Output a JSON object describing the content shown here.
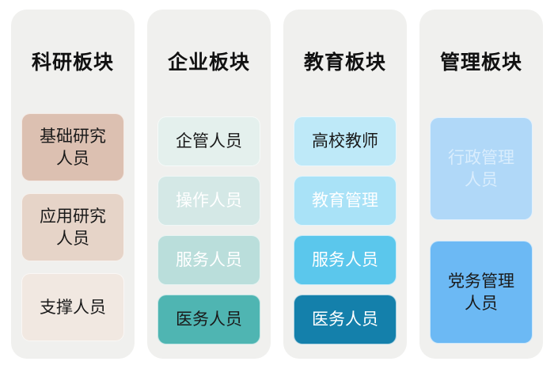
{
  "page": {
    "background": "#ffffff",
    "panel_background": "#f0f0ee"
  },
  "columns": [
    {
      "title": "科研板块",
      "cards": [
        {
          "label": "基础研究\n人员",
          "bg": "#dcc0b1",
          "fg": "#1a1a1a"
        },
        {
          "label": "应用研究\n人员",
          "bg": "#e6d4c8",
          "fg": "#1a1a1a"
        },
        {
          "label": "支撑人员",
          "bg": "#f1e8e1",
          "fg": "#1a1a1a"
        }
      ]
    },
    {
      "title": "企业板块",
      "cards": [
        {
          "label": "企管人员",
          "bg": "#e4f0ed",
          "fg": "#1a1a1a"
        },
        {
          "label": "操作人员",
          "bg": "#d4e8e6",
          "fg": "#ffffff"
        },
        {
          "label": "服务人员",
          "bg": "#badedb",
          "fg": "#ffffff"
        },
        {
          "label": "医务人员",
          "bg": "#4fb5b2",
          "fg": "#1a1a1a"
        }
      ]
    },
    {
      "title": "教育板块",
      "cards": [
        {
          "label": "高校教师",
          "bg": "#bee9f8",
          "fg": "#1a1a1a"
        },
        {
          "label": "教育管理",
          "bg": "#a9e2f7",
          "fg": "#ffffff"
        },
        {
          "label": "服务人员",
          "bg": "#5bc7ec",
          "fg": "#ffffff"
        },
        {
          "label": "医务人员",
          "bg": "#1480ab",
          "fg": "#ffffff"
        }
      ]
    },
    {
      "title": "管理板块",
      "cards": [
        {
          "label": "行政管理\n人员",
          "bg": "#b0d8f8",
          "fg": "#d9edfd"
        },
        {
          "label": "党务管理\n人员",
          "bg": "#6cb9f4",
          "fg": "#1a1a1a"
        }
      ]
    }
  ]
}
